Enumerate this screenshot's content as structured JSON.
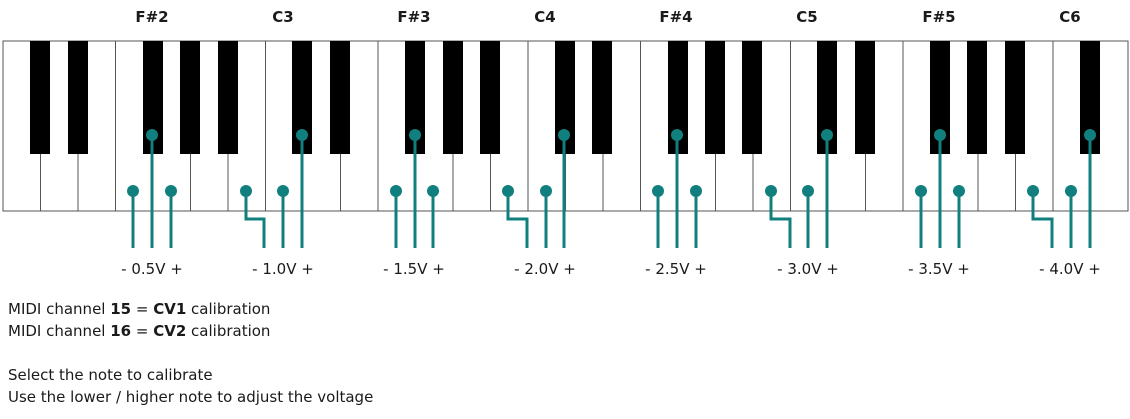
{
  "note_labels": [
    "F#2",
    "C3",
    "F#3",
    "C4",
    "F#4",
    "C5",
    "F#5",
    "C6"
  ],
  "voltage_labels": [
    "- 0.5V +",
    "- 1.0V +",
    "- 1.5V +",
    "- 2.0V +",
    "- 2.5V +",
    "- 3.0V +",
    "- 3.5V +",
    "- 4.0V +"
  ],
  "colors": {
    "marker": "#127f7f",
    "black_key": "#000000",
    "white_key": "#ffffff",
    "key_outline": "#555555"
  },
  "legend": {
    "line1": {
      "prefix": "MIDI channel ",
      "channel": "15",
      "eq": " = ",
      "cv": "CV1",
      "suffix": " calibration"
    },
    "line2": {
      "prefix": "MIDI channel ",
      "channel": "16",
      "eq": " = ",
      "cv": "CV2",
      "suffix": " calibration"
    },
    "line3": "Select the note to calibrate",
    "line4": "Use the lower / higher note to adjust the voltage"
  }
}
